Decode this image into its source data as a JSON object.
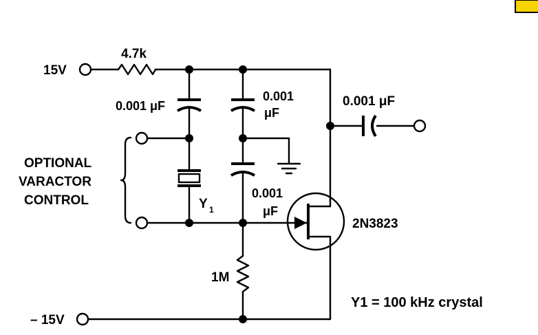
{
  "labels": {
    "supply_pos": "15V",
    "supply_neg": "– 15V",
    "r1_value": "4.7k",
    "c1_value": "0.001 μF",
    "c2_value_num": "0.001",
    "c2_value_unit": "μF",
    "c3_value_num": "0.001",
    "c3_value_unit": "μF",
    "c4_value": "0.001 μF",
    "r2_value": "1M",
    "crystal_ref": "Y",
    "crystal_ref_sub": "1",
    "transistor": "2N3823",
    "varactor_line1": "OPTIONAL",
    "varactor_line2": "VARACTOR",
    "varactor_line3": "CONTROL",
    "crystal_note": "Y1 = 100 kHz crystal"
  },
  "colors": {
    "ink": "#000000",
    "background": "#ffffff",
    "corner_tag": "#f5d400"
  }
}
